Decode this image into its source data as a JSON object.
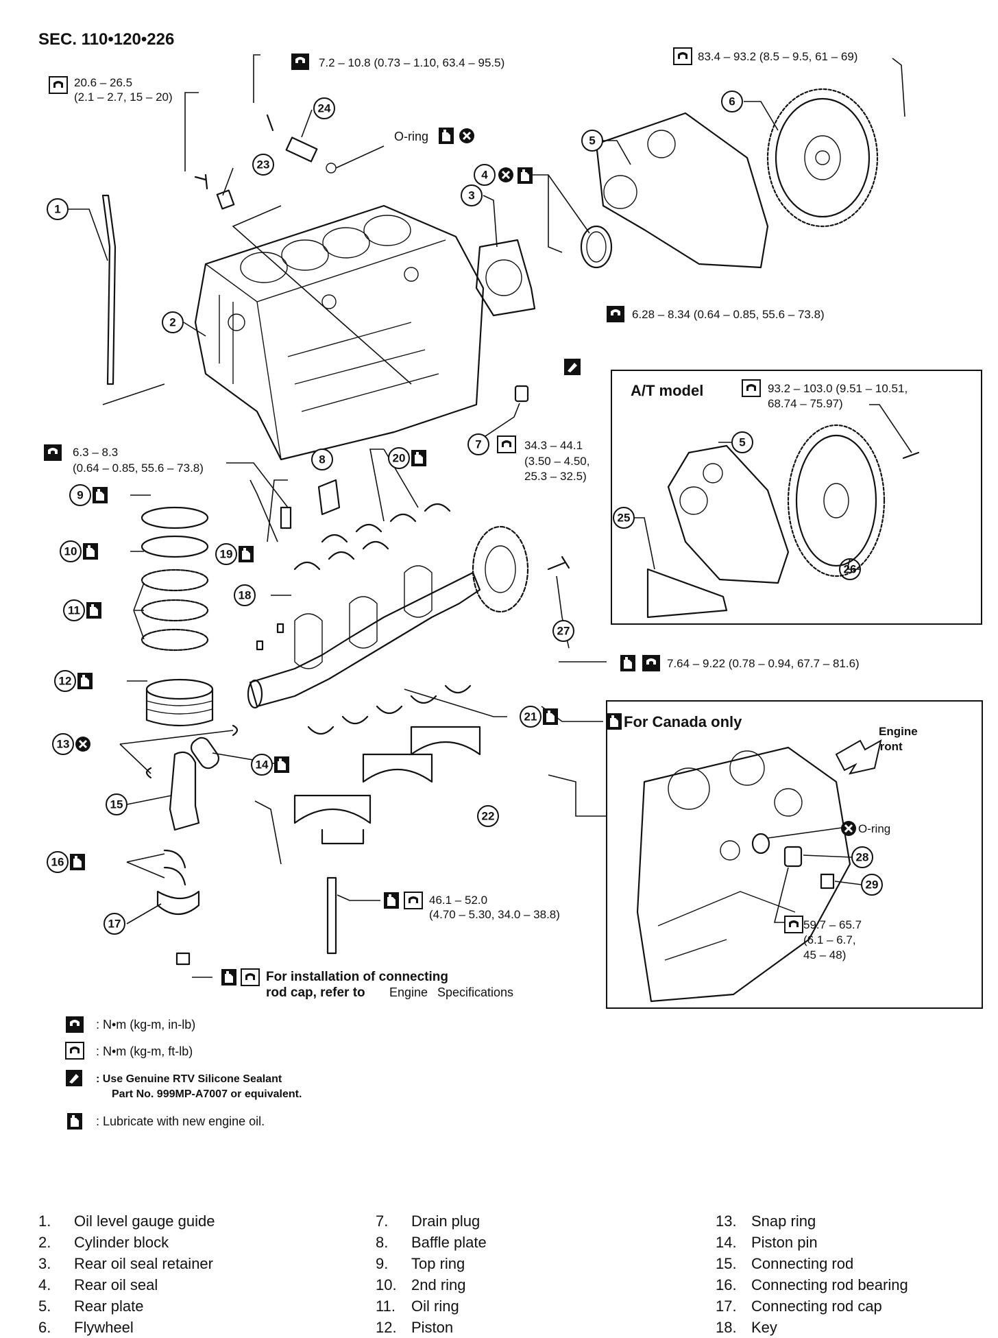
{
  "section": "SEC. 110•120•226",
  "callouts": [
    "1",
    "2",
    "3",
    "4",
    "5",
    "6",
    "7",
    "8",
    "9",
    "10",
    "11",
    "12",
    "13",
    "14",
    "15",
    "16",
    "17",
    "18",
    "19",
    "20",
    "21",
    "22",
    "23",
    "24",
    "25",
    "26",
    "27",
    "28",
    "29"
  ],
  "torque_specs": {
    "t24": "7.2 – 10.8 (0.73 – 1.10, 63.4 – 95.5)",
    "t23_a": "20.6 – 26.5",
    "t23_b": "(2.1 – 2.7, 15 – 20)",
    "t6": "83.4 – 93.2 (8.5 – 9.5, 61 – 69)",
    "t3": "6.28 – 8.34 (0.64 – 0.85, 55.6 – 73.8)",
    "t7_a": "34.3 – 44.1",
    "t7_b": "(3.50 – 4.50,",
    "t7_c": "25.3 – 32.5)",
    "t8_a": "6.3 – 8.3",
    "t8_b": "(0.64 – 0.85, 55.6 – 73.8)",
    "t27": "7.64 – 9.22 (0.78 – 0.94, 67.7 – 81.6)",
    "t22_a": "46.1 – 52.0",
    "t22_b": "(4.70 – 5.30, 34.0 – 38.8)",
    "rodcap_a": "For installation of connecting",
    "rodcap_b": "rod cap, refer to",
    "rodcap_c": "Engine",
    "rodcap_d": "Specifications"
  },
  "labels": {
    "oring": "O-ring",
    "oring_canada": "O-ring"
  },
  "at_box": {
    "title": "A/T model",
    "spec_a": "93.2 – 103.0 (9.51 – 10.51,",
    "spec_b": "68.74 – 75.97)"
  },
  "canada_box": {
    "title": "For Canada only",
    "engine_front_a": "Engine",
    "engine_front_b": "front",
    "spec_a": "59.7 – 65.7",
    "spec_b": "(6.1 – 6.7,",
    "spec_c": "45 – 48)"
  },
  "legend": [
    {
      "icon": "torque-in-lb-icon",
      "text": ": N•m (kg-m, in-lb)"
    },
    {
      "icon": "torque-ft-lb-icon",
      "text": ": N•m (kg-m, ft-lb)"
    },
    {
      "icon": "sealant-icon",
      "text_a": ": Use Genuine RTV Silicone Sealant",
      "text_b": "Part No. 999MP-A7007 or equivalent."
    },
    {
      "icon": "oil-can-icon",
      "text": ": Lubricate with new engine oil."
    }
  ],
  "parts": [
    {
      "num": "1.",
      "name": "Oil level gauge guide"
    },
    {
      "num": "2.",
      "name": "Cylinder block"
    },
    {
      "num": "3.",
      "name": "Rear oil seal retainer"
    },
    {
      "num": "4.",
      "name": "Rear oil seal"
    },
    {
      "num": "5.",
      "name": "Rear plate"
    },
    {
      "num": "6.",
      "name": "Flywheel"
    },
    {
      "num": "7.",
      "name": "Drain plug"
    },
    {
      "num": "8.",
      "name": "Baffle plate"
    },
    {
      "num": "9.",
      "name": "Top ring"
    },
    {
      "num": "10.",
      "name": "2nd ring"
    },
    {
      "num": "11.",
      "name": "Oil ring"
    },
    {
      "num": "12.",
      "name": "Piston"
    },
    {
      "num": "13.",
      "name": "Snap ring"
    },
    {
      "num": "14.",
      "name": "Piston pin"
    },
    {
      "num": "15.",
      "name": "Connecting rod"
    },
    {
      "num": "16.",
      "name": "Connecting rod bearing"
    },
    {
      "num": "17.",
      "name": "Connecting rod cap"
    },
    {
      "num": "18.",
      "name": "Key"
    }
  ]
}
